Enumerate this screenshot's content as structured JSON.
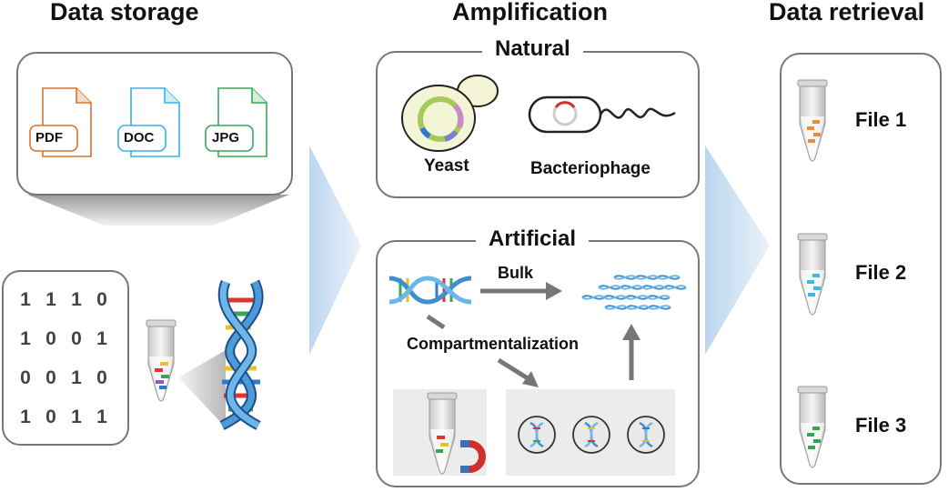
{
  "headings": {
    "data_storage": "Data storage",
    "amplification": "Amplification",
    "data_retrieval": "Data retrieval"
  },
  "file_types": [
    "PDF",
    "DOC",
    "JPG"
  ],
  "file_colors": [
    "#d9742a",
    "#36b4e5",
    "#3aa65a"
  ],
  "binary_matrix": [
    [
      "1",
      "1",
      "1",
      "0"
    ],
    [
      "1",
      "0",
      "0",
      "1"
    ],
    [
      "0",
      "0",
      "1",
      "0"
    ],
    [
      "1",
      "0",
      "1",
      "1"
    ]
  ],
  "natural": {
    "title": "Natural",
    "hosts": [
      "Yeast",
      "Bacteriophage"
    ]
  },
  "artificial": {
    "title": "Artificial",
    "bulk_label": "Bulk",
    "compartment_label": "Compartmentalization"
  },
  "retrieval_files": [
    "File 1",
    "File 2",
    "File 3"
  ],
  "retrieval_colors": [
    "#ef8a3a",
    "#3fb6ea",
    "#2fa84f"
  ]
}
